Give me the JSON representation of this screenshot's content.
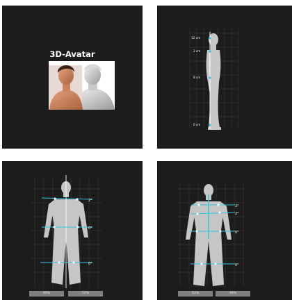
{
  "panel1": {
    "title": "3D-Avatar"
  },
  "panel2": {
    "height_labels": [
      "12 cm",
      "2 cm",
      "8 cm",
      "0 cm"
    ]
  },
  "panel3": {
    "angle_labels": [
      "2°",
      "0°",
      "0°"
    ],
    "left_percent": "49%",
    "right_percent": "51%"
  },
  "panel4": {
    "angle_labels": [
      "2°",
      "2°",
      "0°",
      "0°"
    ],
    "left_percent": "51%",
    "right_percent": "49%"
  },
  "colors": {
    "panel_bg": "#1c1c1c",
    "accent_cyan": "#33c4e0",
    "grid": "#3a3a3a",
    "badge_bg": "#7f7f7f"
  }
}
